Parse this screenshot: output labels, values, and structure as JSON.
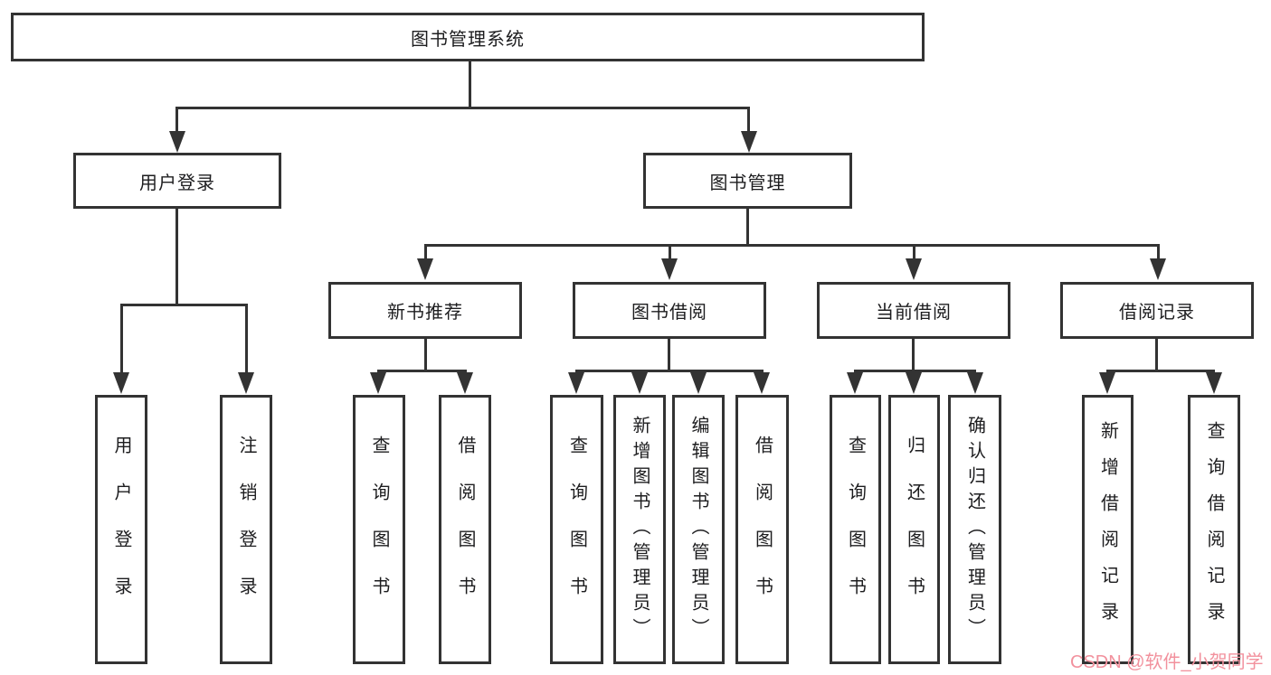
{
  "diagram": {
    "title": "图书管理系统",
    "nodes": {
      "root": "图书管理系统",
      "user_login": "用户登录",
      "book_management": "图书管理",
      "new_book_recommend": "新书推荐",
      "book_borrow": "图书借阅",
      "current_borrow": "当前借阅",
      "borrow_records": "借阅记录",
      "leaf_user_login": "用户登录",
      "leaf_logout": "注销登录",
      "leaf_query_book_1": "查询图书",
      "leaf_borrow_book_1": "借阅图书",
      "leaf_query_book_2": "查询图书",
      "leaf_add_book_admin": "新增图书（管理员）",
      "leaf_edit_book_admin": "编辑图书（管理员）",
      "leaf_borrow_book_2": "借阅图书",
      "leaf_query_book_3": "查询图书",
      "leaf_return_book": "归还图书",
      "leaf_confirm_return_admin": "确认归还（管理员）",
      "leaf_add_borrow_record": "新增借阅记录",
      "leaf_query_borrow_record": "查询借阅记录"
    },
    "watermark": "CSDN @软件_小贺同学",
    "colors": {
      "line": "#333333",
      "text": "#1d1d1f",
      "watermark": "#f2919d",
      "background": "#ffffff"
    }
  }
}
